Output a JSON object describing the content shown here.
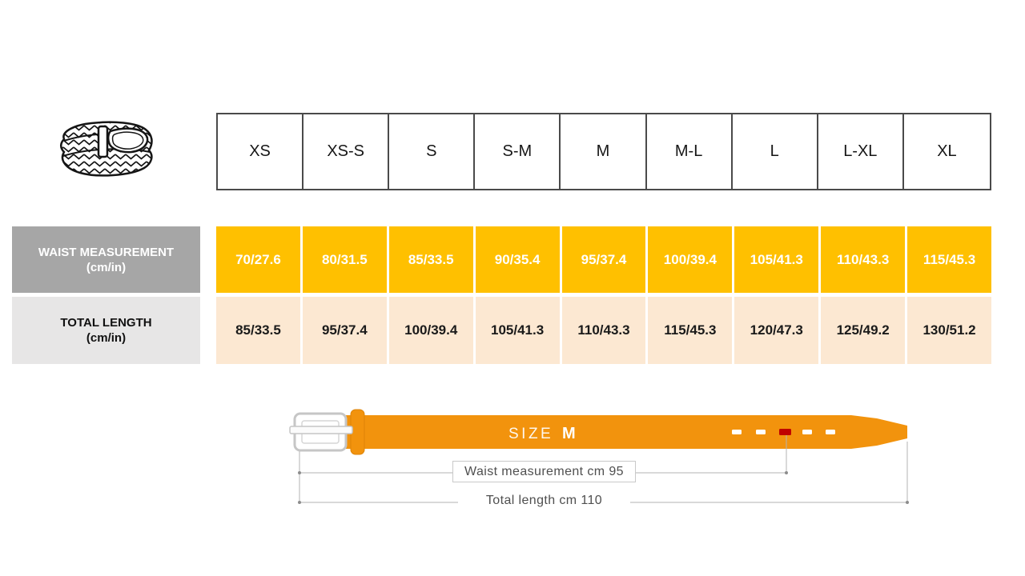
{
  "size_header": {
    "labels": [
      "XS",
      "XS-S",
      "S",
      "S-M",
      "M",
      "M-L",
      "L",
      "L-XL",
      "XL"
    ]
  },
  "rows": {
    "waist": {
      "label": "WAIST MEASUREMENT",
      "unit": "(cm/in)",
      "values": [
        "70/27.6",
        "80/31.5",
        "85/33.5",
        "90/35.4",
        "95/37.4",
        "100/39.4",
        "105/41.3",
        "110/43.3",
        "115/45.3"
      ]
    },
    "total": {
      "label": "TOTAL LENGTH",
      "unit": "(cm/in)",
      "values": [
        "85/33.5",
        "95/37.4",
        "100/39.4",
        "105/41.3",
        "110/43.3",
        "115/45.3",
        "120/47.3",
        "125/49.2",
        "130/51.2"
      ]
    }
  },
  "diagram": {
    "size_word": "SIZE",
    "size_value": "M",
    "waist_caption": "Waist measurement cm 95",
    "total_caption": "Total length cm 110"
  },
  "icons": {
    "belt_icon": "braided-belt-illustration",
    "buckle_icon": "belt-buckle",
    "marked_hole": "red-highlighted-belt-hole"
  },
  "chart_data": {
    "type": "table",
    "columns": [
      "XS",
      "XS-S",
      "S",
      "S-M",
      "M",
      "M-L",
      "L",
      "L-XL",
      "XL"
    ],
    "rows": [
      {
        "name": "WAIST MEASUREMENT (cm/in)",
        "values": [
          "70/27.6",
          "80/31.5",
          "85/33.5",
          "90/35.4",
          "95/37.4",
          "100/39.4",
          "105/41.3",
          "110/43.3",
          "115/45.3"
        ]
      },
      {
        "name": "TOTAL LENGTH (cm/in)",
        "values": [
          "85/33.5",
          "95/37.4",
          "100/39.4",
          "105/41.3",
          "110/43.3",
          "115/45.3",
          "120/47.3",
          "125/49.2",
          "130/51.2"
        ]
      }
    ]
  },
  "colors": {
    "waist_cell_bg": "#FFC000",
    "total_cell_bg": "#FCE8D2",
    "waist_label_bg": "#A6A6A6",
    "total_label_bg": "#E7E6E6",
    "header_border": "#4A4A4A",
    "belt_strap": "#F2930D",
    "marked_hole_red": "#C00000",
    "guide_line": "#B3B3B3",
    "caption_text": "#4F4F4F"
  }
}
